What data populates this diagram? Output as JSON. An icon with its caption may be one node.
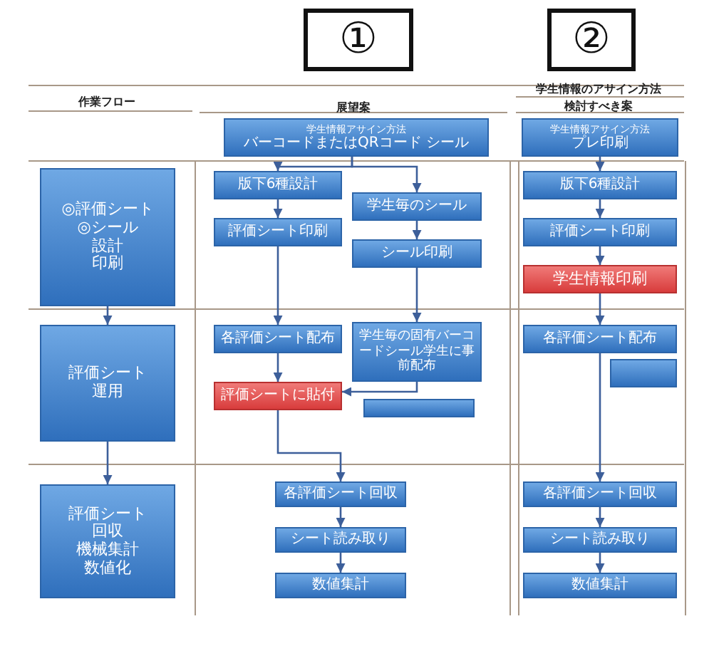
{
  "diagram": {
    "nodes": [
      {
        "text": [
          "①"
        ]
      },
      {
        "text": [
          "②"
        ]
      },
      {
        "text": [
          "◎評価シート",
          "◎シール",
          "設計",
          "印刷"
        ]
      },
      {
        "text": [
          "評価シート",
          "運用"
        ]
      },
      {
        "text": [
          "評価シート",
          "回収",
          "機械集計",
          "数値化"
        ]
      },
      {
        "text": [
          "学生情報アサイン方法",
          "バーコードまたはQRコード シール"
        ]
      },
      {
        "text": [
          "版下6種設計"
        ]
      },
      {
        "text": [
          "学生毎のシール"
        ]
      },
      {
        "text": [
          "評価シート印刷"
        ]
      },
      {
        "text": [
          "シール印刷"
        ]
      },
      {
        "text": [
          "各評価シート配布"
        ]
      },
      {
        "text": [
          "学生毎の固有バーコードシール学生に事前配布"
        ]
      },
      {
        "text": [
          "評価シートに貼付"
        ]
      },
      {
        "text": [],
        "shape": "box"
      },
      {
        "text": [
          "各評価シート回収"
        ]
      },
      {
        "text": [
          "シート読み取り"
        ]
      },
      {
        "text": [
          "数値集計"
        ]
      },
      {
        "text": [
          "学生情報アサイン方法",
          "プレ印刷"
        ]
      },
      {
        "text": [
          "版下6種設計"
        ]
      },
      {
        "text": [
          "評価シート印刷"
        ]
      },
      {
        "text": [
          "学生情報印刷"
        ]
      },
      {
        "text": [
          "各評価シート配布"
        ]
      },
      {
        "text": [],
        "shape": "box"
      },
      {
        "text": [
          "各評価シート回収"
        ]
      },
      {
        "text": [
          "シート読み取り"
        ]
      },
      {
        "text": [
          "数値集計"
        ]
      }
    ],
    "edges": [
      {
        "from": 2,
        "to": 3,
        "arrow": "to"
      },
      {
        "from": 3,
        "to": 4,
        "arrow": "to"
      },
      {
        "from": 5,
        "to": 6,
        "arrow": "to"
      },
      {
        "from": 5,
        "to": 7,
        "arrow": "to"
      },
      {
        "from": 6,
        "to": 8,
        "arrow": "to"
      },
      {
        "from": 8,
        "to": 10,
        "arrow": "to"
      },
      {
        "from": 7,
        "to": 9,
        "arrow": "to"
      },
      {
        "from": 9,
        "to": 11,
        "arrow": "to"
      },
      {
        "from": 11,
        "to": 12,
        "arrow": "to"
      },
      {
        "from": 10,
        "to": 12,
        "arrow": "to"
      },
      {
        "from": 12,
        "to": 14,
        "arrow": "to"
      },
      {
        "from": 14,
        "to": 15,
        "arrow": "to"
      },
      {
        "from": 15,
        "to": 16,
        "arrow": "to"
      },
      {
        "from": 17,
        "to": 18,
        "arrow": "to"
      },
      {
        "from": 18,
        "to": 19,
        "arrow": "to"
      },
      {
        "from": 19,
        "to": 20,
        "arrow": "to"
      },
      {
        "from": 20,
        "to": 21,
        "arrow": "to"
      },
      {
        "from": 21,
        "to": 23,
        "arrow": "to"
      },
      {
        "from": 23,
        "to": 24,
        "arrow": "to"
      },
      {
        "from": 24,
        "to": 25,
        "arrow": "to"
      }
    ],
    "labels": [
      "作業フロー",
      "展望案",
      "学生情報のアサイン方法",
      "検討すべき案"
    ]
  }
}
